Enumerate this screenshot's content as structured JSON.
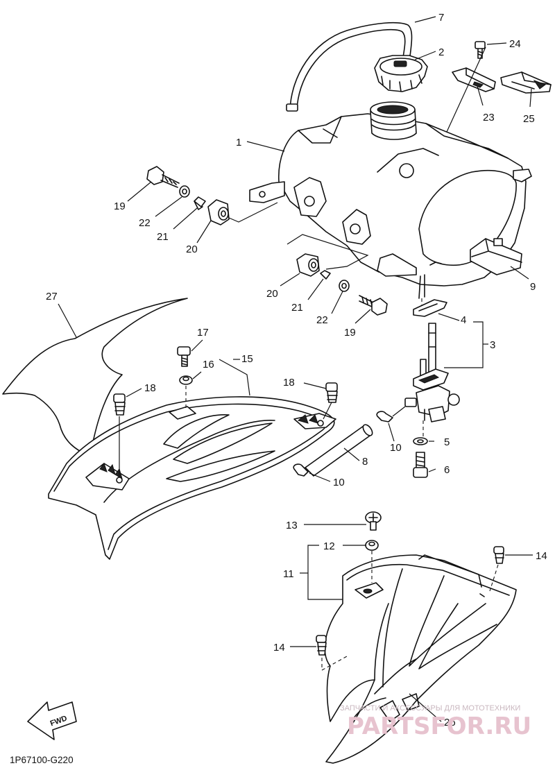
{
  "diagram_code": "1P67100-G220",
  "fwd_label": "FWD",
  "watermark": {
    "caption": "ЗАПЧАСТИ И АКСЕССУАРЫ ДЛЯ МОТОТЕХНИКИ",
    "brand": "PARTSFOR.RU"
  },
  "callouts": {
    "c1": "1",
    "c2": "2",
    "c3": "3",
    "c4": "4",
    "c5": "5",
    "c6": "6",
    "c7": "7",
    "c8": "8",
    "c9": "9",
    "c10a": "10",
    "c10b": "10",
    "c11": "11",
    "c12": "12",
    "c13": "13",
    "c14a": "14",
    "c14b": "14",
    "c15": "15",
    "c16": "16",
    "c17": "17",
    "c18a": "18",
    "c18b": "18",
    "c19a": "19",
    "c19b": "19",
    "c20a": "20",
    "c20b": "20",
    "c21a": "21",
    "c21b": "21",
    "c22a": "22",
    "c22b": "22",
    "c23": "23",
    "c24": "24",
    "c25": "25",
    "c26": "26",
    "c27": "27"
  }
}
